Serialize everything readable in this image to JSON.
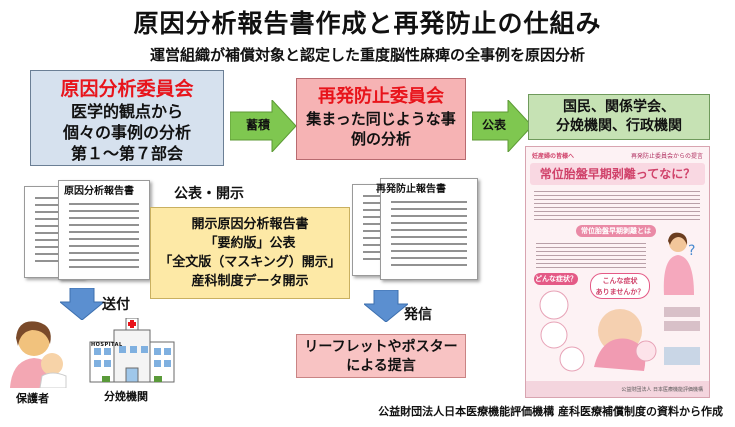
{
  "title": "原因分析報告書作成と再発防止の仕組み",
  "subtitle": "運営組織が補償対象と認定した重度脳性麻痺の全事例を原因分析",
  "committee_analysis": {
    "heading": "原因分析委員会",
    "lines": [
      "医学的観点から",
      "個々の事例の分析",
      "第１～第７部会"
    ]
  },
  "committee_prevention": {
    "heading": "再発防止委員会",
    "lines": [
      "集まった同じような事",
      "例の分析"
    ]
  },
  "public_box": {
    "lines": [
      "国民、関係学会、",
      "分娩機関、行政機関"
    ]
  },
  "arrows": {
    "accumulate": "蓄積",
    "publish": "公表",
    "send": "送付",
    "dispatch": "発信"
  },
  "docs": {
    "analysis_report": "原因分析報告書",
    "prevention_report": "再発防止報告書"
  },
  "disclosure": {
    "heading": "公表・開示",
    "lines": [
      "開示原因分析報告書",
      "「要約版」公表",
      "「全文版（マスキング）開示」",
      "産科制度データ開示"
    ]
  },
  "leaflet": {
    "lines": [
      "リーフレットやポスター",
      "による提言"
    ]
  },
  "recipients": {
    "guardian": "保護者",
    "facility": "分娩機関",
    "hospital_sign": "HOSPITAL"
  },
  "poster": {
    "header_left": "妊産婦の皆様へ",
    "header_right": "再発防止委員会からの提言",
    "headline": "常位胎盤早期剥離ってなに？",
    "section": "常位胎盤早期剥離とは",
    "bubble1": "どんな症状？",
    "bubble2": "こんな症状",
    "bubble3": "ありませんか？",
    "footer": "公益財団法人 日本医療機能評価機構"
  },
  "footer": "公益財団法人日本医療機能評価機構 産科医療補償制度の資料から作成",
  "colors": {
    "accent_red": "#e8141b",
    "arrow_green": "#7fc750",
    "arrow_blue": "#5b8fd0"
  }
}
